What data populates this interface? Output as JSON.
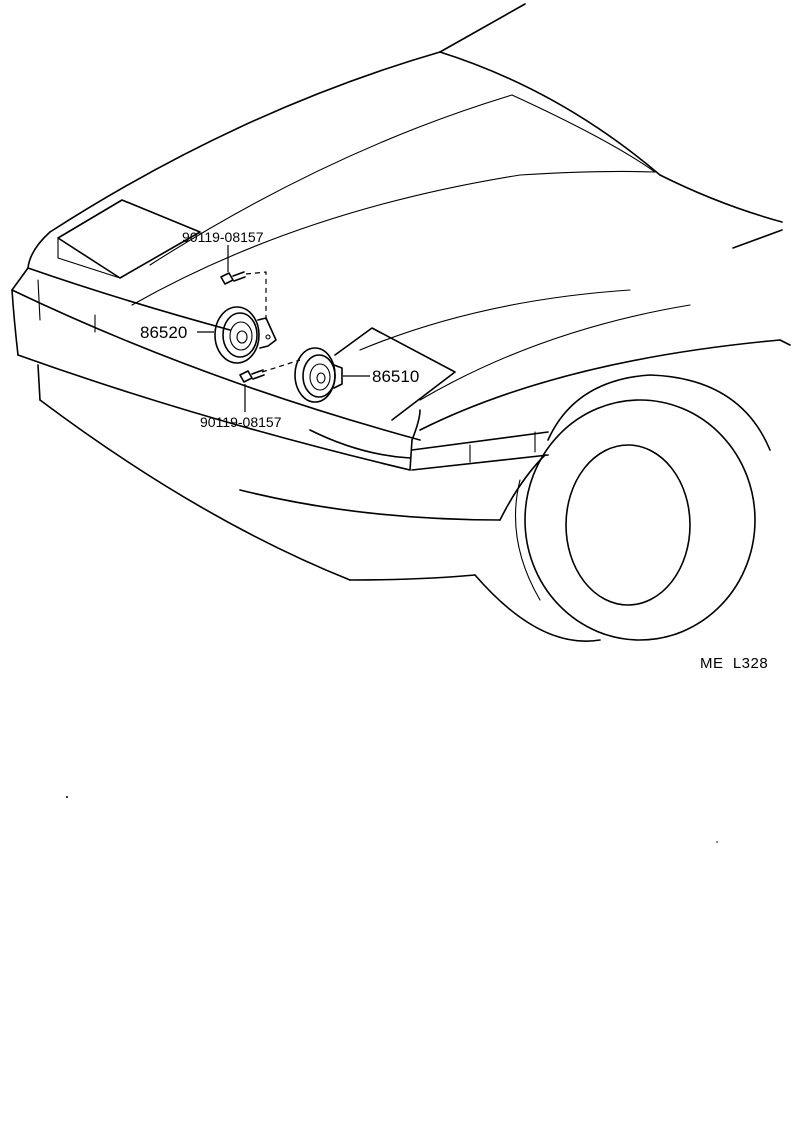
{
  "labels": {
    "bolt_upper": "90119-08157",
    "horn_low": "86520",
    "horn_high": "86510",
    "bolt_lower": "90119-08157",
    "figure_ref": "ME  L328"
  }
}
